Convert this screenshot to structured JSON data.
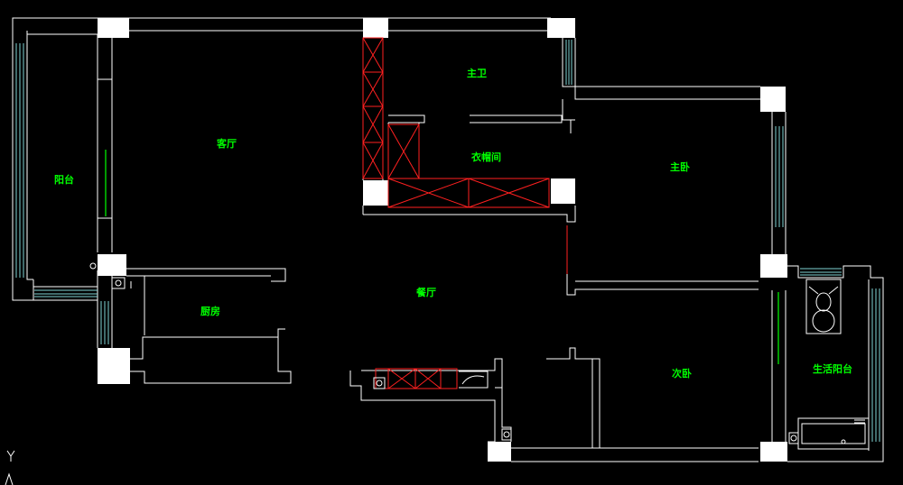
{
  "rooms": {
    "balcony": "阳台",
    "living_room": "客厅",
    "master_bath": "主卫",
    "walk_in_closet": "衣帽间",
    "master_bedroom": "主卧",
    "dining_room": "餐厅",
    "kitchen": "厨房",
    "second_bedroom": "次卧",
    "utility_balcony": "生活阳台"
  },
  "colors": {
    "background": "#000000",
    "walls": "#ffffff",
    "labels": "#00ff00",
    "cabinets": "#ff2020",
    "windows": "#7fd3d3"
  }
}
